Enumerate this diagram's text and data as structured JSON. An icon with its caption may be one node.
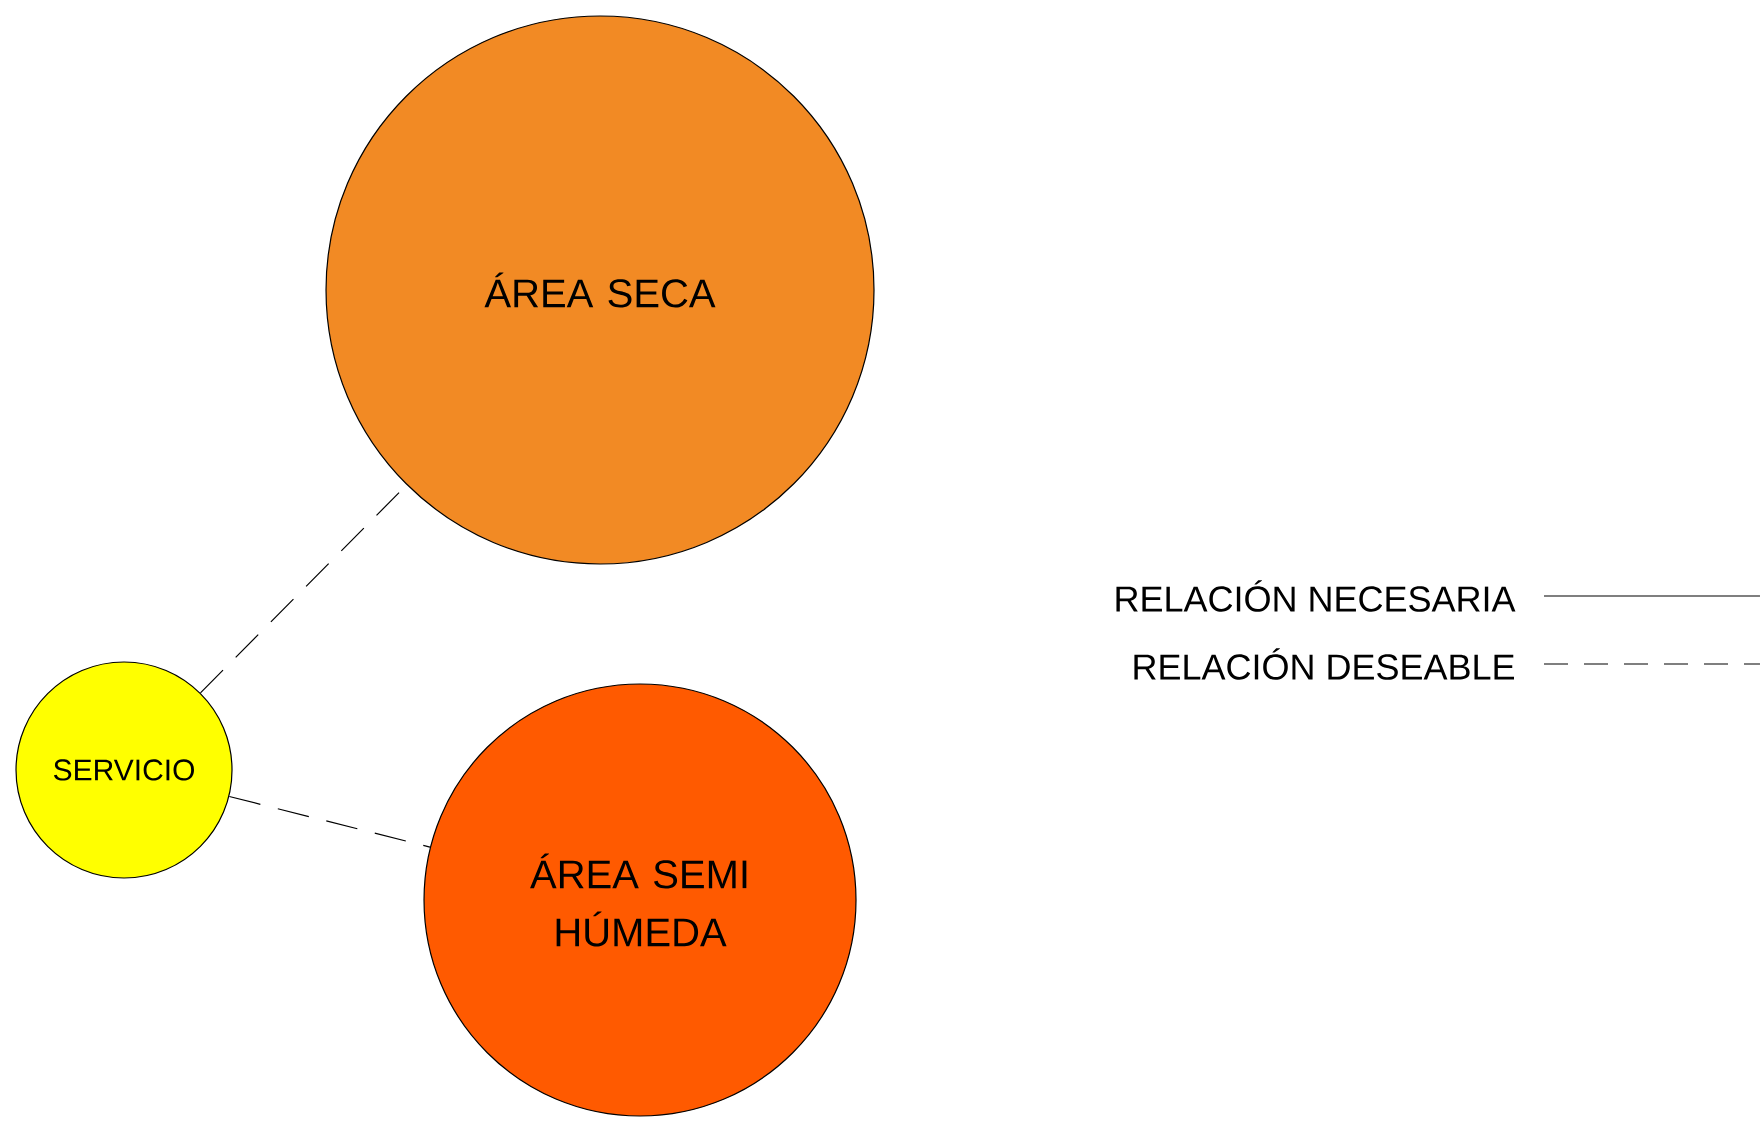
{
  "diagram": {
    "nodes": [
      {
        "text": [
          "ÁREA SECA"
        ]
      },
      {
        "text": [
          "SERVICIO"
        ]
      },
      {
        "text": [
          "ÁREA SEMI HÚMEDA"
        ]
      }
    ],
    "edges": [
      {
        "from": 1,
        "to": 0,
        "arrow": "none",
        "style": "dashed"
      },
      {
        "from": 1,
        "to": 2,
        "arrow": "none",
        "style": "dashed"
      }
    ],
    "legend": [
      {
        "text": "RELACIÓN NECESARIA"
      },
      {
        "text": "RELACIÓN DESEABLE"
      }
    ]
  }
}
